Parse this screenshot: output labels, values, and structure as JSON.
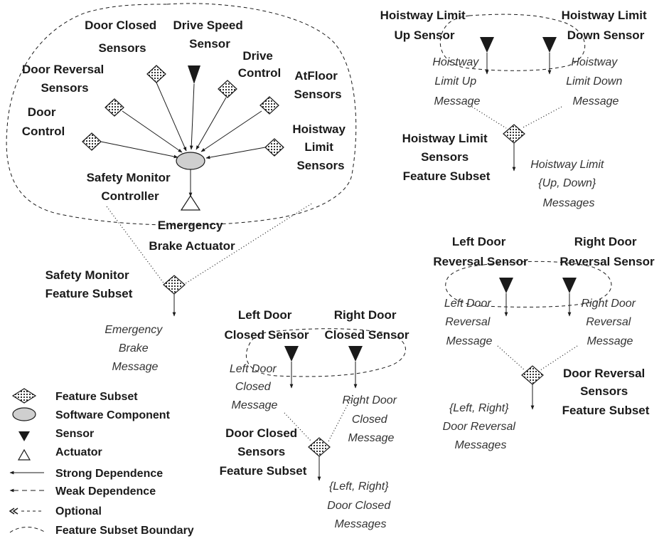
{
  "safety_monitor": {
    "door_closed_sensors": [
      "Door Closed",
      "Sensors"
    ],
    "drive_speed_sensor": [
      "Drive Speed",
      "Sensor"
    ],
    "drive_control": [
      "Drive",
      "Control"
    ],
    "door_reversal_sensors": [
      "Door Reversal",
      "Sensors"
    ],
    "atfloor_sensors": [
      "AtFloor",
      "Sensors"
    ],
    "door_control": [
      "Door",
      "Control"
    ],
    "hoistway_limit_sensors": [
      "Hoistway",
      "Limit",
      "Sensors"
    ],
    "controller": [
      "Safety Monitor",
      "Controller"
    ],
    "actuator": [
      "Emergency",
      "Brake Actuator"
    ],
    "subset": [
      "Safety Monitor",
      "Feature Subset"
    ],
    "message": [
      "Emergency",
      "Brake",
      "Message"
    ]
  },
  "hoistway": {
    "up_sensor": [
      "Hoistway Limit",
      "Up Sensor"
    ],
    "down_sensor": [
      "Hoistway Limit",
      "Down Sensor"
    ],
    "up_message": [
      "Hoistway",
      "Limit Up",
      "Message"
    ],
    "down_message": [
      "Hoistway",
      "Limit Down",
      "Message"
    ],
    "subset": [
      "Hoistway Limit",
      "Sensors",
      "Feature Subset"
    ],
    "messages": [
      "Hoistway Limit",
      "{Up, Down}",
      "Messages"
    ]
  },
  "door_reversal": {
    "left_sensor": [
      "Left Door",
      "Reversal Sensor"
    ],
    "right_sensor": [
      "Right Door",
      "Reversal Sensor"
    ],
    "left_message": [
      "Left Door",
      "Reversal",
      "Message"
    ],
    "right_message": [
      "Right Door",
      "Reversal",
      "Message"
    ],
    "subset": [
      "Door Reversal",
      "Sensors",
      "Feature Subset"
    ],
    "messages": [
      "{Left, Right}",
      "Door Reversal",
      "Messages"
    ]
  },
  "door_closed": {
    "left_sensor": [
      "Left Door",
      "Closed Sensor"
    ],
    "right_sensor": [
      "Right Door",
      "Closed Sensor"
    ],
    "left_message": [
      "Left Door",
      "Closed",
      "Message"
    ],
    "right_message": [
      "Right Door",
      "Closed",
      "Message"
    ],
    "subset": [
      "Door Closed",
      "Sensors",
      "Feature Subset"
    ],
    "messages": [
      "{Left, Right}",
      "Door Closed",
      "Messages"
    ]
  },
  "legend": {
    "feature_subset": "Feature Subset",
    "software_component": "Software Component",
    "sensor": "Sensor",
    "actuator": "Actuator",
    "strong_dependence": "Strong Dependence",
    "weak_dependence": "Weak Dependence",
    "optional": "Optional",
    "boundary": "Feature Subset Boundary"
  }
}
